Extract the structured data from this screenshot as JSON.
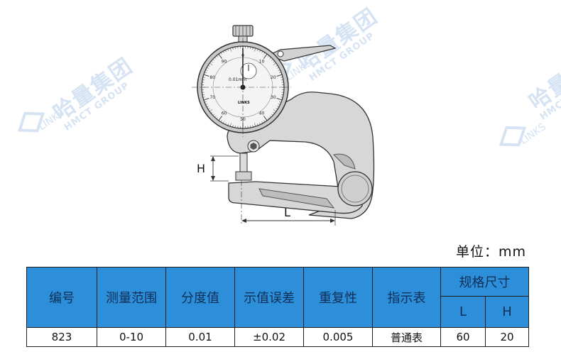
{
  "watermark": {
    "cn": "哈量集团",
    "en": "HMCT GROUP",
    "logo": "LINKS"
  },
  "drawing": {
    "dial_label": "0.01mm",
    "brand": "LINKS",
    "dim_height": "H",
    "dim_length": "L",
    "dial_numbers": [
      "0",
      "10",
      "20",
      "30",
      "40",
      "50",
      "60",
      "70",
      "80",
      "90"
    ]
  },
  "unit_label": "单位：mm",
  "table": {
    "headers": [
      "编号",
      "测量范围",
      "分度值",
      "示值误差",
      "重复性",
      "指示表"
    ],
    "spec_header": "规格尺寸",
    "sub_headers": [
      "L",
      "H"
    ],
    "rows": [
      [
        "823",
        "0-10",
        "0.01",
        "±0.02",
        "0.005",
        "普通表",
        "60",
        "20"
      ]
    ]
  },
  "colors": {
    "header_bg": "#2d8fd9",
    "header_text": "#0e2f57",
    "frame_fill": "#d7d7d7",
    "watermark": "#d6e3f3"
  }
}
